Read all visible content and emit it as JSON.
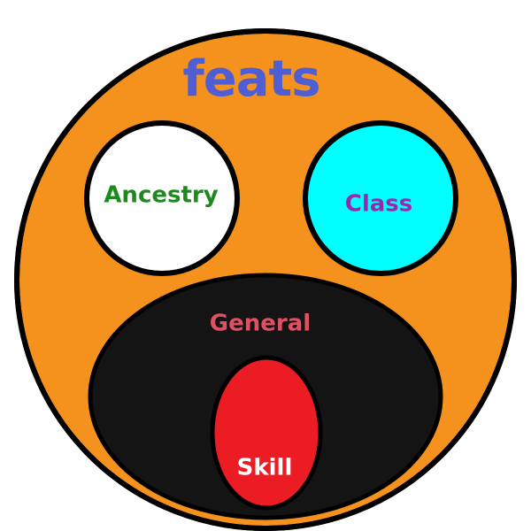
{
  "diagram": {
    "title": {
      "text": "feats",
      "color": "#4f5fd3"
    },
    "outer_circle": {
      "fill": "#f5921e",
      "stroke": "#000000"
    },
    "ancestry": {
      "label": "Ancestry",
      "fill": "#ffffff",
      "text_color": "#1e8a1e"
    },
    "class": {
      "label": "Class",
      "fill": "#00ffff",
      "text_color": "#9b27af"
    },
    "general": {
      "label": "General",
      "fill": "#141414",
      "text_color": "#e05063"
    },
    "skill": {
      "label": "Skill",
      "fill": "#ec1c24",
      "text_color": "#ffffff"
    }
  }
}
